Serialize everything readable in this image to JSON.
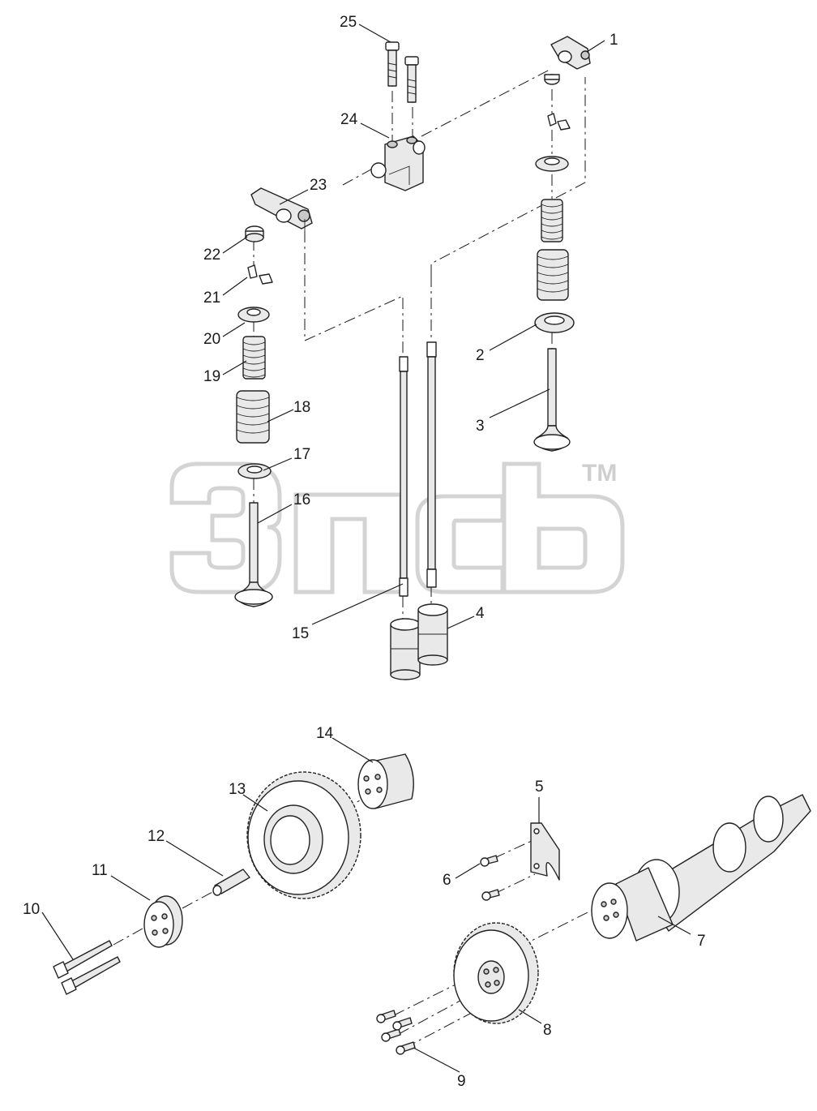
{
  "watermark": {
    "trademark": "TM"
  },
  "callouts": [
    "1",
    "2",
    "3",
    "4",
    "5",
    "6",
    "7",
    "8",
    "9",
    "10",
    "11",
    "12",
    "13",
    "14",
    "15",
    "16",
    "17",
    "18",
    "19",
    "20",
    "21",
    "22",
    "23",
    "24",
    "25"
  ]
}
